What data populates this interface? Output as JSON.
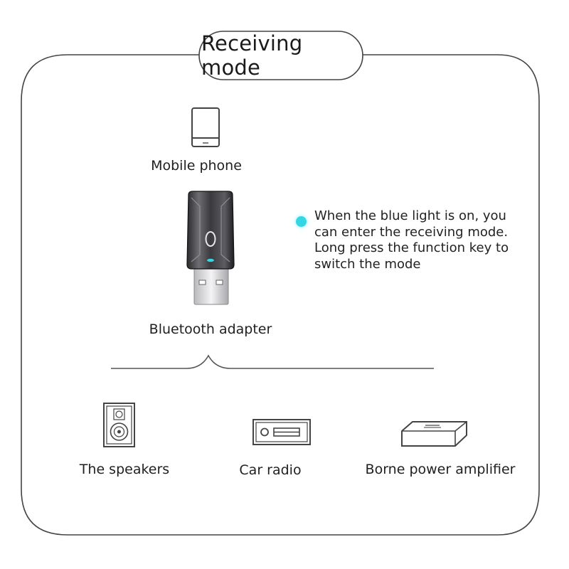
{
  "title": "Receiving mode",
  "source": {
    "label": "Mobile phone",
    "icon": "mobile-phone-icon"
  },
  "adapter": {
    "label": "Bluetooth adapter",
    "icon": "bluetooth-adapter-icon",
    "indicator_color": "#35d6e4"
  },
  "note": {
    "lines": [
      "When the blue light is on, you",
      "can enter the receiving mode.",
      "Long press the function key to",
      "switch the mode"
    ]
  },
  "outputs": [
    {
      "label": "The speakers",
      "icon": "speaker-icon"
    },
    {
      "label": "Car radio",
      "icon": "car-radio-icon"
    },
    {
      "label": "Borne power amplifier",
      "icon": "power-amplifier-icon"
    }
  ]
}
